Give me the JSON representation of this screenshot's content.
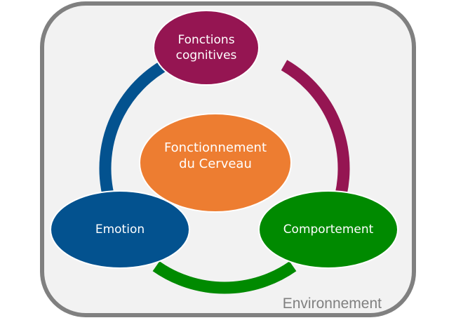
{
  "diagram": {
    "frame": {
      "label": "Environnement",
      "fill": "#f2f2f2",
      "stroke": "#808080"
    },
    "center": {
      "label_line1": "Fonctionnement",
      "label_line2": "du Cerveau",
      "color": "#ed7d31"
    },
    "nodes": [
      {
        "id": "cognitive",
        "label_line1": "Fonctions",
        "label_line2": "cognitives",
        "color": "#951552"
      },
      {
        "id": "behavior",
        "label_line1": "Comportement",
        "label_line2": "",
        "color": "#008a00"
      },
      {
        "id": "emotion",
        "label_line1": "Emotion",
        "label_line2": "",
        "color": "#03528f"
      }
    ],
    "links": [
      {
        "from": "cognitive",
        "to": "behavior",
        "color": "#951552"
      },
      {
        "from": "behavior",
        "to": "emotion",
        "color": "#008a00"
      },
      {
        "from": "emotion",
        "to": "cognitive",
        "color": "#03528f"
      }
    ]
  }
}
